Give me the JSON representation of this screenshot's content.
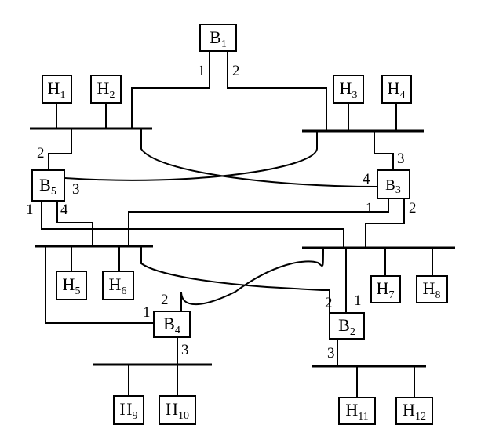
{
  "nodes": {
    "B1": {
      "letter": "B",
      "sub": "1"
    },
    "B2": {
      "letter": "B",
      "sub": "2"
    },
    "B3": {
      "letter": "B",
      "sub": "3"
    },
    "B4": {
      "letter": "B",
      "sub": "4"
    },
    "B5": {
      "letter": "B",
      "sub": "5"
    },
    "H1": {
      "letter": "H",
      "sub": "1"
    },
    "H2": {
      "letter": "H",
      "sub": "2"
    },
    "H3": {
      "letter": "H",
      "sub": "3"
    },
    "H4": {
      "letter": "H",
      "sub": "4"
    },
    "H5": {
      "letter": "H",
      "sub": "5"
    },
    "H6": {
      "letter": "H",
      "sub": "6"
    },
    "H7": {
      "letter": "H",
      "sub": "7"
    },
    "H8": {
      "letter": "H",
      "sub": "8"
    },
    "H9": {
      "letter": "H",
      "sub": "9"
    },
    "H10": {
      "letter": "H",
      "sub": "10"
    },
    "H11": {
      "letter": "H",
      "sub": "11"
    },
    "H12": {
      "letter": "H",
      "sub": "12"
    }
  },
  "ports": {
    "b1_p1": "1",
    "b1_p2": "2",
    "b5_p1": "1",
    "b5_p2": "2",
    "b5_p3": "3",
    "b5_p4": "4",
    "b3_p1": "1",
    "b3_p2": "2",
    "b3_p3": "3",
    "b3_p4": "4",
    "b4_p1": "1",
    "b4_p2": "2",
    "b4_p3": "3",
    "b2_p1": "1",
    "b2_p2": "2",
    "b2_p3": "3"
  }
}
